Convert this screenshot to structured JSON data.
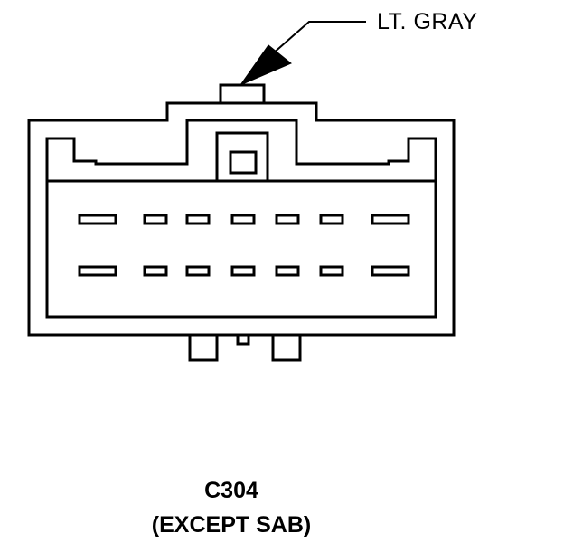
{
  "callout": {
    "label": "LT. GRAY"
  },
  "connector": {
    "name": "C304",
    "note": "(EXCEPT SAB)"
  },
  "colors": {
    "line": "#000000",
    "background": "#ffffff"
  }
}
